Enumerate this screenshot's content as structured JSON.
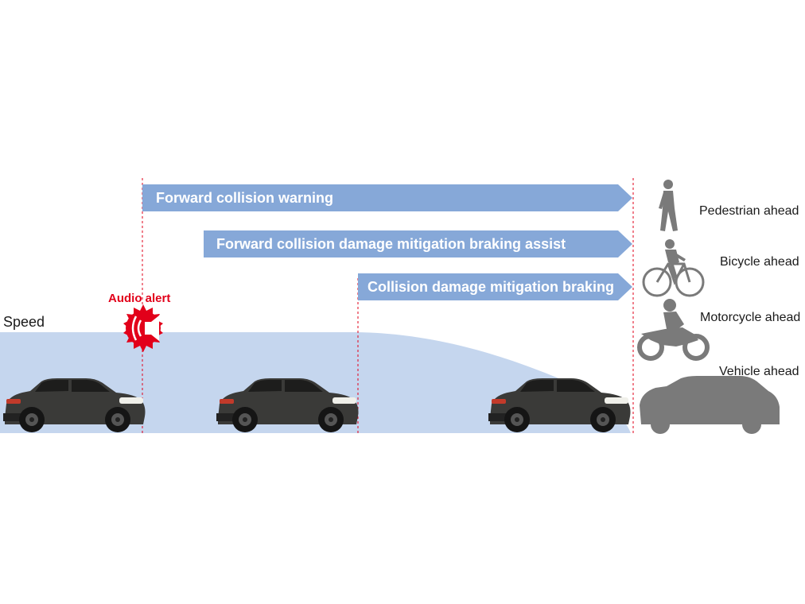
{
  "diagram": {
    "speed_label": "Speed",
    "audio_alert_label": "Audio alert",
    "bars": [
      {
        "label": "Forward collision warning"
      },
      {
        "label": "Forward collision damage mitigation braking assist"
      },
      {
        "label": "Collision damage mitigation braking"
      }
    ],
    "objects": [
      {
        "label": "Pedestrian ahead",
        "icon": "pedestrian-icon"
      },
      {
        "label": "Bicycle ahead",
        "icon": "bicycle-icon"
      },
      {
        "label": "Motorcycle ahead",
        "icon": "motorcycle-icon"
      },
      {
        "label": "Vehicle ahead",
        "icon": "vehicle-silhouette-icon"
      }
    ]
  },
  "colors": {
    "bar_fill": "#86a8d8",
    "speed_area": "#c5d6ee",
    "alert_red": "#e2001a",
    "dashed_line": "#e2001a",
    "car_body": "#3a3a38",
    "silhouette": "#7a7a7a"
  }
}
